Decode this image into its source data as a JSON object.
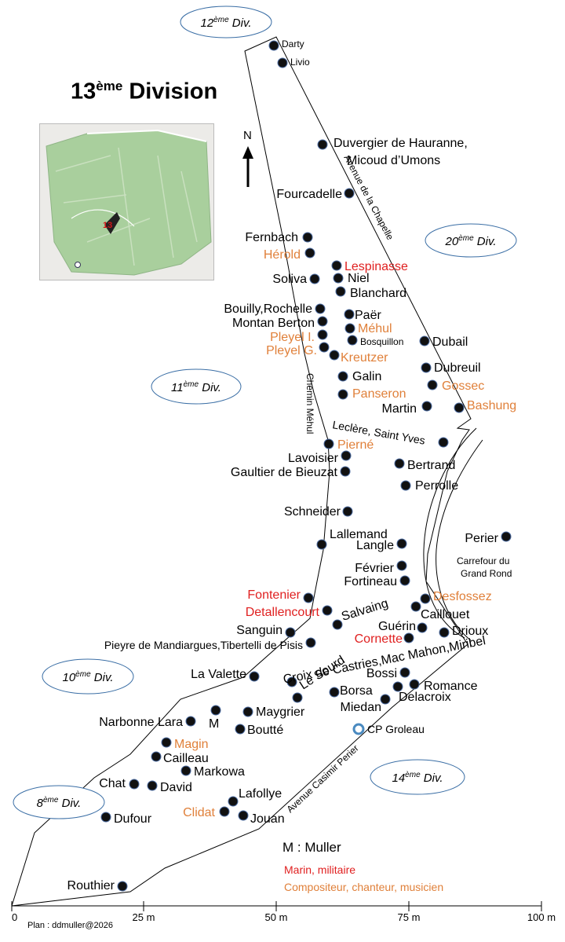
{
  "title": {
    "main": "13",
    "sup": "ème",
    "rest": " Division"
  },
  "colors": {
    "military": "#e02020",
    "music": "#e0803a",
    "normal": "#000000",
    "ellipse": "#3a6ea5",
    "park": "#a9cf9d"
  },
  "north": "N",
  "minimap_badge": "13",
  "divisions": [
    {
      "num": "12",
      "sup": "ème",
      "label": "Div."
    },
    {
      "num": "20",
      "sup": "ème",
      "label": "Div."
    },
    {
      "num": "11",
      "sup": "ème",
      "label": "Div."
    },
    {
      "num": "10",
      "sup": "ème",
      "label": "Div."
    },
    {
      "num": "14",
      "sup": "ème",
      "label": "Div."
    },
    {
      "num": "8",
      "sup": "ème",
      "label": "Div."
    }
  ],
  "streets": [
    "Avenue de la Chapelle",
    "Chemin Méhul",
    "Avenue Casimir Perier",
    "Carrefour du",
    "Grand Rond"
  ],
  "graves": [
    {
      "name": "Darty",
      "cat": "n"
    },
    {
      "name": "Livio",
      "cat": "n"
    },
    {
      "name": "Duvergier de Hauranne,",
      "cat": "n"
    },
    {
      "name": "Micoud d’Umons",
      "cat": "n"
    },
    {
      "name": "Fourcadelle",
      "cat": "n"
    },
    {
      "name": "Fernbach",
      "cat": "n"
    },
    {
      "name": "Hérold",
      "cat": "o"
    },
    {
      "name": "Lespinasse",
      "cat": "r"
    },
    {
      "name": "Soliva",
      "cat": "n"
    },
    {
      "name": "Niel",
      "cat": "n"
    },
    {
      "name": "Blanchard",
      "cat": "n"
    },
    {
      "name": "Bouilly,Rochelle",
      "cat": "n"
    },
    {
      "name": "Paër",
      "cat": "n"
    },
    {
      "name": "Montan Berton",
      "cat": "n"
    },
    {
      "name": "Méhul",
      "cat": "o"
    },
    {
      "name": "Bosquillon",
      "cat": "n"
    },
    {
      "name": "Pleyel I.",
      "cat": "o"
    },
    {
      "name": "Pleyel G.",
      "cat": "o"
    },
    {
      "name": "Kreutzer",
      "cat": "o"
    },
    {
      "name": "Dubail",
      "cat": "n"
    },
    {
      "name": "Dubreuil",
      "cat": "n"
    },
    {
      "name": "Galin",
      "cat": "n"
    },
    {
      "name": "Gossec",
      "cat": "o"
    },
    {
      "name": "Panseron",
      "cat": "o"
    },
    {
      "name": "Martin",
      "cat": "n"
    },
    {
      "name": "Bashung",
      "cat": "o"
    },
    {
      "name": "Leclère, Saint Yves",
      "cat": "n"
    },
    {
      "name": "Pierné",
      "cat": "o"
    },
    {
      "name": "Lavoisier",
      "cat": "n"
    },
    {
      "name": "Bertrand",
      "cat": "n"
    },
    {
      "name": "Gaultier de Bieuzat",
      "cat": "n"
    },
    {
      "name": "Perrolle",
      "cat": "n"
    },
    {
      "name": "Schneider",
      "cat": "n"
    },
    {
      "name": "Lallemand",
      "cat": "n"
    },
    {
      "name": "Langle",
      "cat": "n"
    },
    {
      "name": "Perier",
      "cat": "n"
    },
    {
      "name": "Février",
      "cat": "n"
    },
    {
      "name": "Fortineau",
      "cat": "n"
    },
    {
      "name": "Fontenier",
      "cat": "r"
    },
    {
      "name": "Desfossez",
      "cat": "o"
    },
    {
      "name": "Detallencourt",
      "cat": "r"
    },
    {
      "name": "Salvaing",
      "cat": "n"
    },
    {
      "name": "Caillouet",
      "cat": "n"
    },
    {
      "name": "Sanguin",
      "cat": "n"
    },
    {
      "name": "Guérin",
      "cat": "n"
    },
    {
      "name": "Drioux",
      "cat": "n"
    },
    {
      "name": "Cornette",
      "cat": "r"
    },
    {
      "name": "Pieyre de Mandiargues,Tibertelli de Pisis",
      "cat": "n"
    },
    {
      "name": "Bossi",
      "cat": "n"
    },
    {
      "name": "La Valette",
      "cat": "n"
    },
    {
      "name": "Le Sourd",
      "cat": "n"
    },
    {
      "name": "Romance",
      "cat": "n"
    },
    {
      "name": "Croix de Castries,Mac Mahon,Miribel",
      "cat": "n"
    },
    {
      "name": "Borsa",
      "cat": "n"
    },
    {
      "name": "Delacroix",
      "cat": "n"
    },
    {
      "name": "Miedan",
      "cat": "n"
    },
    {
      "name": "Maygrier",
      "cat": "n"
    },
    {
      "name": "Narbonne Lara",
      "cat": "n"
    },
    {
      "name": "M",
      "cat": "n"
    },
    {
      "name": "Boutté",
      "cat": "n"
    },
    {
      "name": "CP Groleau",
      "cat": "n"
    },
    {
      "name": "Magin",
      "cat": "o"
    },
    {
      "name": "Cailleau",
      "cat": "n"
    },
    {
      "name": "Markowa",
      "cat": "n"
    },
    {
      "name": "Chat",
      "cat": "n"
    },
    {
      "name": "David",
      "cat": "n"
    },
    {
      "name": "Lafollye",
      "cat": "n"
    },
    {
      "name": "Clidat",
      "cat": "o"
    },
    {
      "name": "Jouan",
      "cat": "n"
    },
    {
      "name": "Dufour",
      "cat": "n"
    },
    {
      "name": "Routhier",
      "cat": "n"
    }
  ],
  "legend": {
    "m": "M : Muller",
    "military": "Marin, militaire",
    "music": "Compositeur, chanteur, musicien"
  },
  "scale": {
    "ticks": [
      "0",
      "25 m",
      "50 m",
      "75 m",
      "100 m"
    ]
  },
  "credit": "Plan : ddmuller@2026"
}
